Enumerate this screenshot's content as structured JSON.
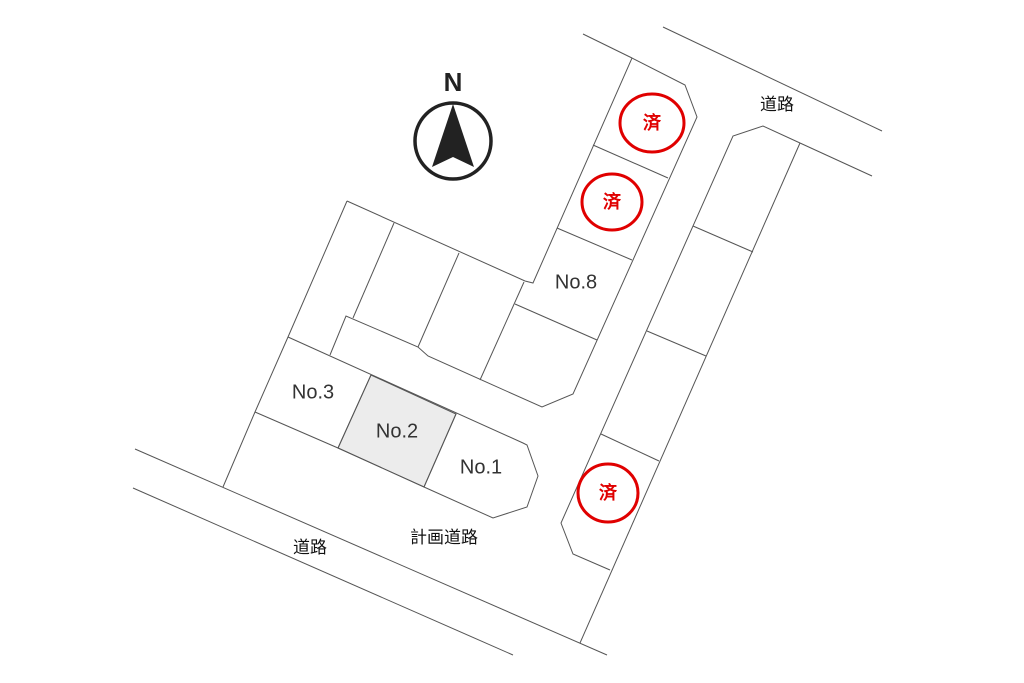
{
  "compass": {
    "letter": "N"
  },
  "roads": {
    "bottom": "道路",
    "top_right": "道路",
    "planned": "計画道路"
  },
  "lots": [
    {
      "label": "No.1",
      "status": "available"
    },
    {
      "label": "No.2",
      "status": "highlighted"
    },
    {
      "label": "No.3",
      "status": "available"
    },
    {
      "label": "No.8",
      "status": "available"
    }
  ],
  "sold_marks": [
    "済",
    "済",
    "済"
  ],
  "colors": {
    "sold": "#e00000",
    "highlight": "#ececec",
    "line": "#555555"
  }
}
